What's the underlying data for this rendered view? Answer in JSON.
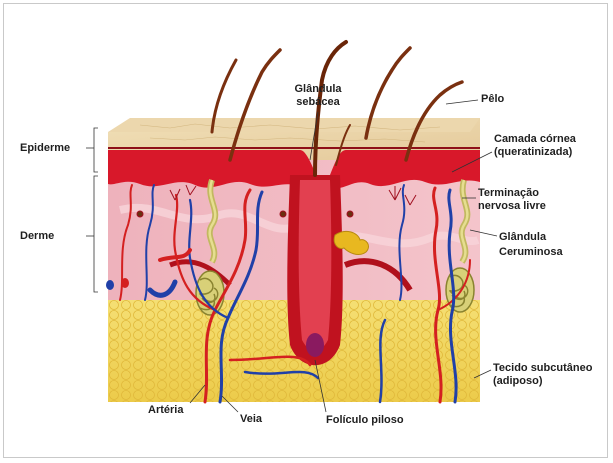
{
  "labels": {
    "epiderme": "Epiderme",
    "derme": "Derme",
    "glandula_sebacea_1": "Glândula",
    "glandula_sebacea_2": "sebácea",
    "pelo": "Pêlo",
    "camada_cornea_1": "Camada córnea",
    "camada_cornea_2": "(queratinizada)",
    "terminacao_1": "Terminação",
    "terminacao_2": "nervosa livre",
    "glandula_ceruminosa_1": "Glândula",
    "glandula_ceruminosa_2": "Ceruminosa",
    "tecido_1": "Tecido subcutâneo",
    "tecido_2": "(adiposo)",
    "arteria": "Artéria",
    "veia": "Veia",
    "foliculo": "Folículo piloso"
  },
  "colors": {
    "epidermis_top": "#f0dcb0",
    "epidermis_red": "#d8182a",
    "dermis": "#f2b8c0",
    "subcutaneous": "#f3dc6a",
    "artery": "#d42020",
    "vein": "#2040a8",
    "hair": "#7a3010",
    "gland": "#c8c070"
  }
}
